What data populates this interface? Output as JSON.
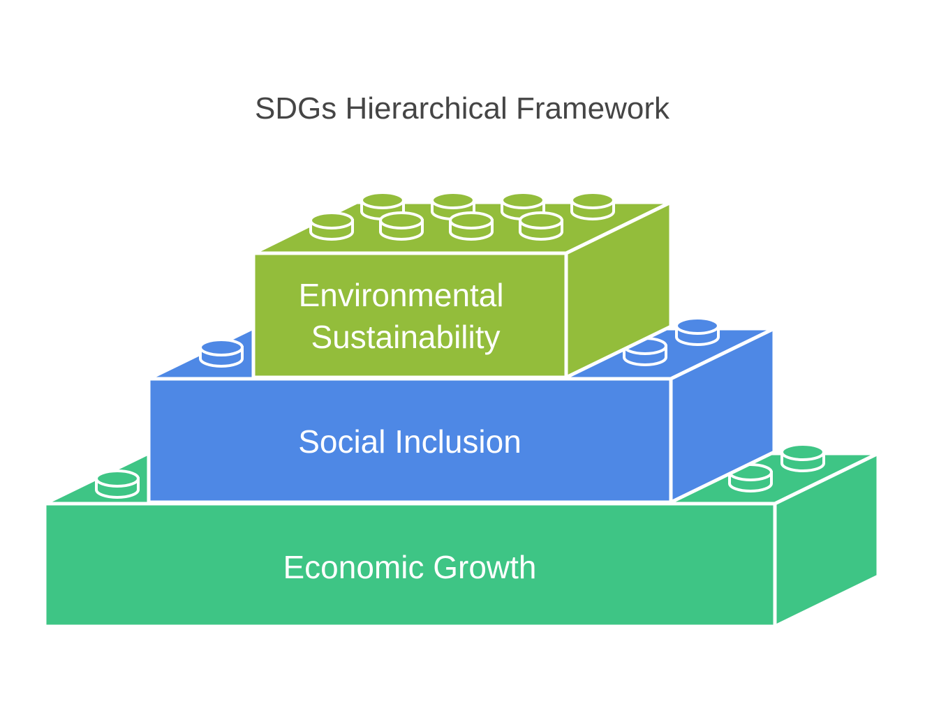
{
  "title": "SDGs Hierarchical Framework",
  "levels": [
    {
      "id": "economic",
      "lines": [
        "Economic Growth"
      ],
      "color": "#3ec585",
      "side_color": "#3ec585"
    },
    {
      "id": "social",
      "lines": [
        "Social Inclusion"
      ],
      "color": "#4e88e5",
      "side_color": "#4e88e5"
    },
    {
      "id": "environmental",
      "lines": [
        "Environmental",
        "Sustainability"
      ],
      "color": "#93bd3b",
      "side_color": "#93bd3b"
    }
  ],
  "stroke_color": "#ffffff"
}
